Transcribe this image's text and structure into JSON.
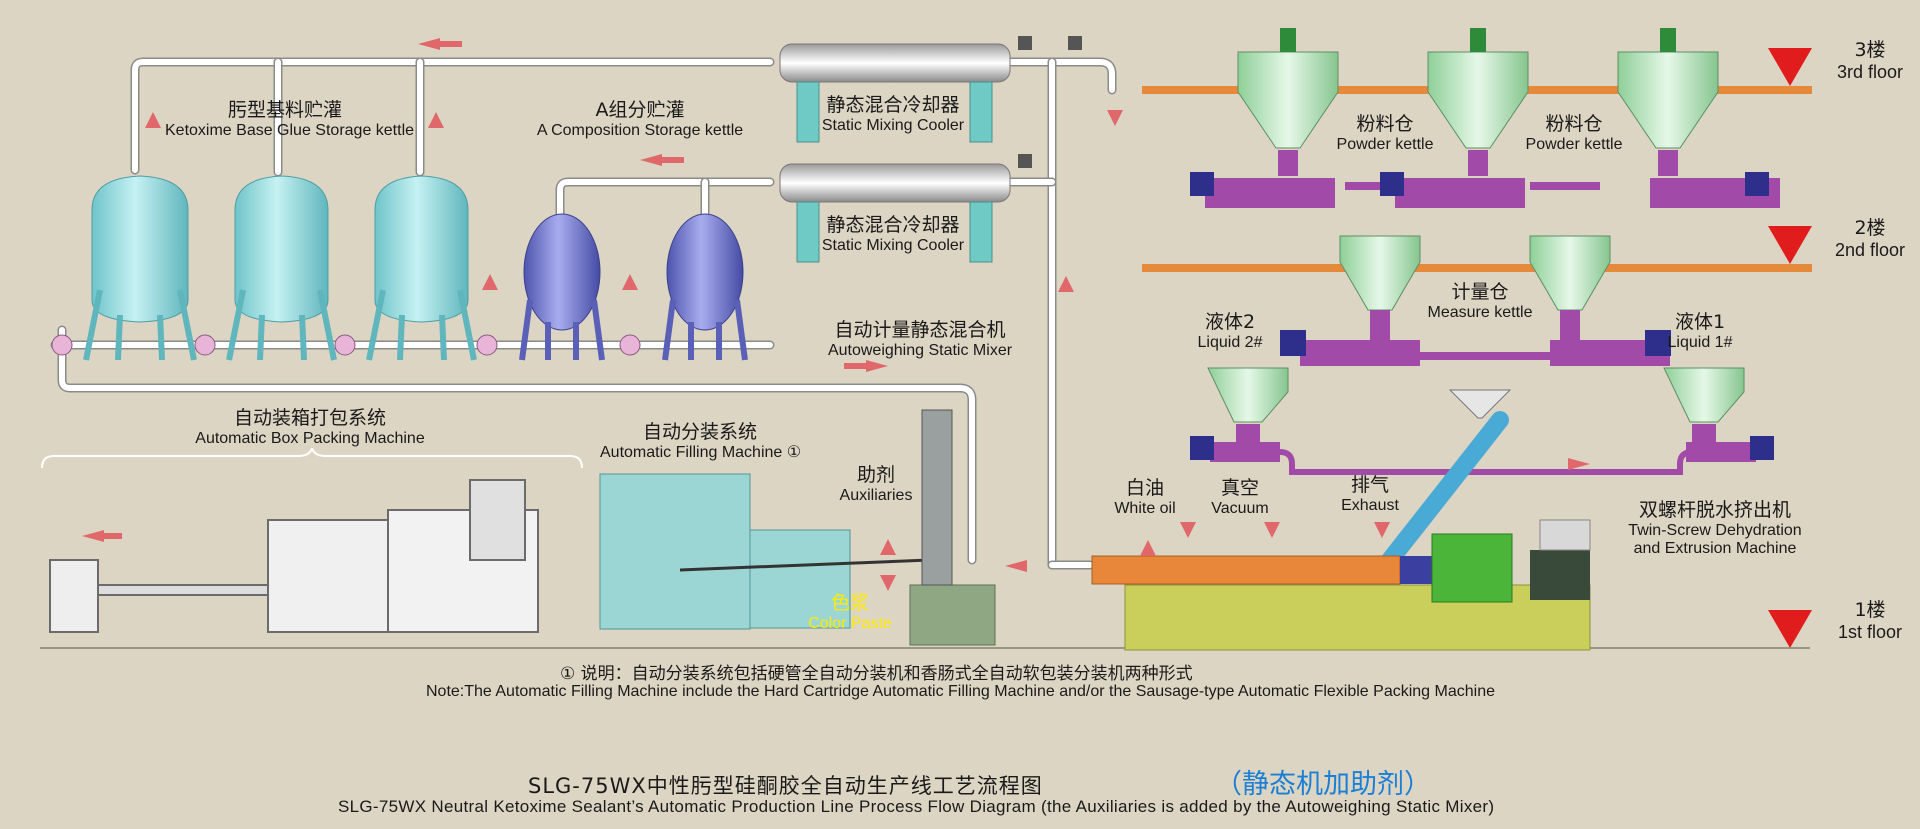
{
  "labels": {
    "ketoxime_zh": "肟型基料贮灌",
    "ketoxime_en": "Ketoxime Base Glue Storage kettle",
    "a_comp_zh": "A组分贮灌",
    "a_comp_en": "A Composition Storage kettle",
    "cooler1_zh": "静态混合冷却器",
    "cooler1_en": "Static Mixing Cooler",
    "cooler2_zh": "静态混合冷却器",
    "cooler2_en": "Static Mixing Cooler",
    "powder1_zh": "粉料仓",
    "powder1_en": "Powder kettle",
    "powder2_zh": "粉料仓",
    "powder2_en": "Powder kettle",
    "measure_zh": "计量仓",
    "measure_en": "Measure kettle",
    "liquid2_zh": "液体2",
    "liquid2_en": "Liquid 2#",
    "liquid1_zh": "液体1",
    "liquid1_en": "Liquid 1#",
    "autoweigh_zh": "自动计量静态混合机",
    "autoweigh_en": "Autoweighing Static Mixer",
    "boxpack_zh": "自动装箱打包系统",
    "boxpack_en": "Automatic Box Packing Machine",
    "filling_zh": "自动分装系统",
    "filling_en": "Automatic Filling Machine",
    "filling_mark": "①",
    "aux_zh": "助剂",
    "aux_en": "Auxiliaries",
    "white_oil_zh": "白油",
    "white_oil_en": "White oil",
    "vacuum_zh": "真空",
    "vacuum_en": "Vacuum",
    "exhaust_zh": "排气",
    "exhaust_en": "Exhaust",
    "twin_zh": "双螺杆脱水挤出机",
    "twin_en_1": "Twin-Screw Dehydration",
    "twin_en_2": "and Extrusion Machine",
    "color_zh": "色浆",
    "color_en": "Color Paste"
  },
  "floors": {
    "f3_zh": "3楼",
    "f3_en": "3rd floor",
    "f2_zh": "2楼",
    "f2_en": "2nd floor",
    "f1_zh": "1楼",
    "f1_en": "1st floor"
  },
  "note": {
    "zh": "① 说明：自动分装系统包括硬管全自动分装机和香肠式全自动软包装分装机两种形式",
    "en": "Note:The Automatic Filling Machine include the Hard Cartridge Automatic Filling Machine and/or the Sausage-type Automatic Flexible Packing Machine"
  },
  "title": {
    "zh": "SLG-75WX中性肟型硅酮胶全自动生产线工艺流程图",
    "zh_highlight": "（静态机加助剂）",
    "en": "SLG-75WX Neutral Ketoxime Sealant’s Automatic Production Line Process Flow Diagram (the Auxiliaries is added by the Autoweighing Static Mixer)"
  },
  "colors": {
    "background": "#dcd5c3",
    "cyan_tank": "#8fd8dc",
    "blue_tank": "#6d73c9",
    "arrow": "#e0686a",
    "floor_marker": "#e01c1c",
    "floor_beam": "#e58a3a",
    "hopper_green": "#bfe9c5",
    "machine_purple": "#a14aa8",
    "extruder_orange": "#e8873a",
    "extruder_green": "#4bb53a",
    "base_yellow": "#c9cf5a",
    "filling_teal": "#9cd6d4",
    "title_highlight": "#1b7fd6"
  }
}
